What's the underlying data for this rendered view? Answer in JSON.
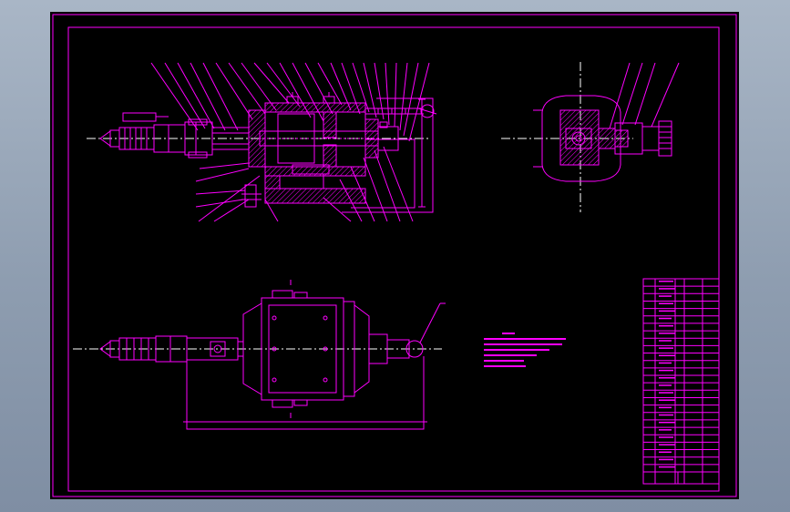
{
  "colors": {
    "background_outer": "#8e9db0",
    "sheet": "#000000",
    "line": "#ff00ff",
    "centerline": "#ffffff"
  },
  "drawing": {
    "views": [
      {
        "name": "section-view"
      },
      {
        "name": "side-view"
      },
      {
        "name": "top-view"
      }
    ],
    "technical_notes_lines": 6,
    "title_block_rows": 26
  }
}
